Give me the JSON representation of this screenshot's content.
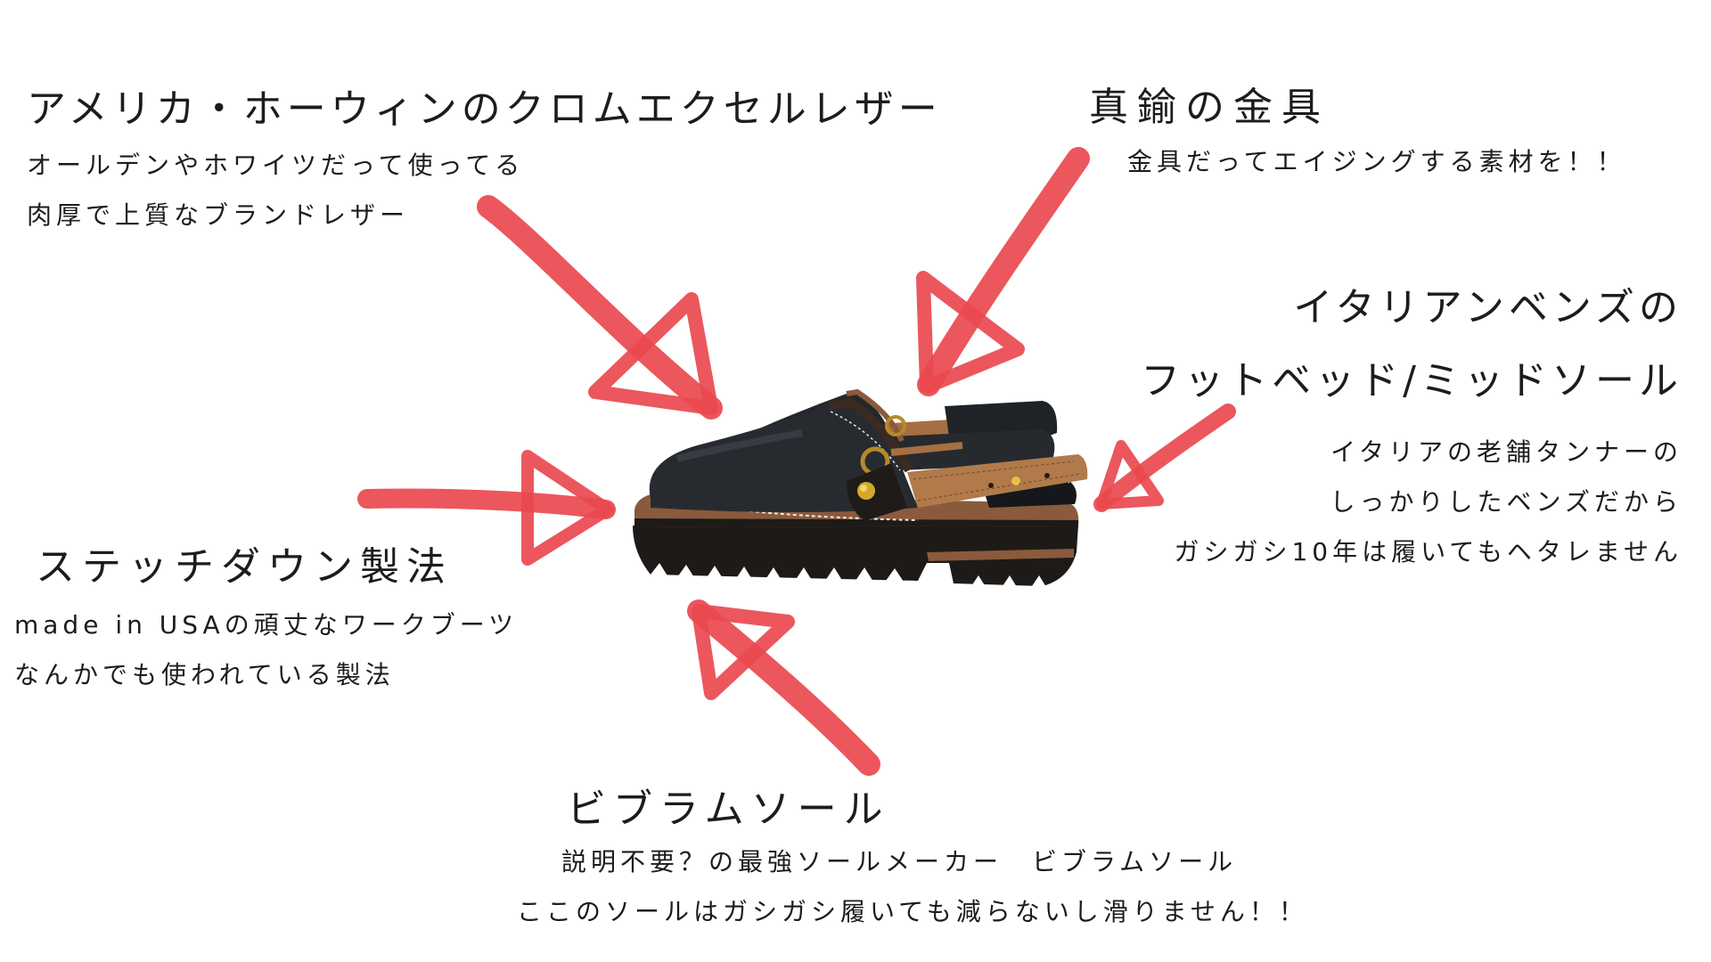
{
  "annotations": {
    "leather": {
      "title": "アメリカ・ホーウィンのクロムエクセルレザー",
      "lines": [
        "オールデンやホワイツだって使ってる",
        "肉厚で上質なブランドレザー"
      ]
    },
    "brass": {
      "title": "真鍮の金具",
      "lines": [
        "金具だってエイジングする素材を！！"
      ]
    },
    "footbed": {
      "title_lines": [
        "イタリアンベンズの",
        "フットベッド/ミッドソール"
      ],
      "lines": [
        "イタリアの老舗タンナーの",
        "しっかりしたベンズだから",
        "ガシガシ10年は履いてもヘタレません"
      ]
    },
    "stitchdown": {
      "title": "ステッチダウン製法",
      "lines": [
        "made in USAの頑丈なワークブーツ",
        "なんかでも使われている製法"
      ]
    },
    "vibram": {
      "title": "ビブラムソール",
      "lines": [
        "説明不要？の最強ソールメーカー　ビブラムソール",
        "ここのソールはガシガシ履いても減らないし滑りません！！"
      ]
    }
  },
  "colors": {
    "arrow": "#e9494e",
    "text": "#1c1c1c",
    "leather_black": "#23272b",
    "strap_tan": "#b17a4a",
    "sole_dark": "#1e1a18",
    "midsole_brown": "#8a5a3c",
    "brass": "#d4a82a"
  },
  "image": {
    "subject": "black leather slip-on clog with tan back strap, brass ring and rivet, stitch-down construction, Vibram lug sole"
  }
}
